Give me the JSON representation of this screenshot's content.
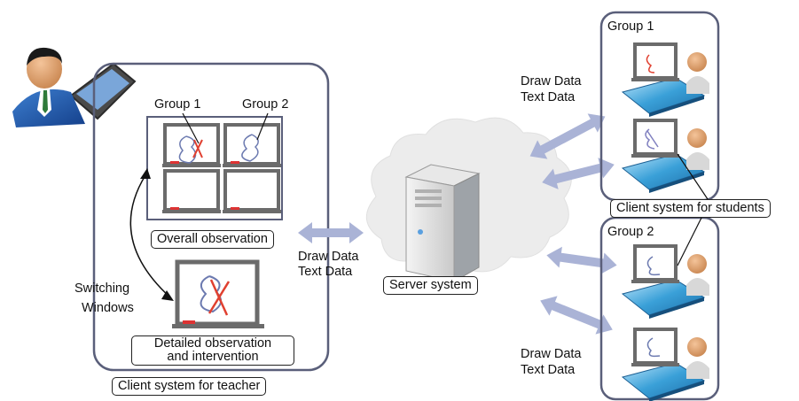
{
  "teacher": {
    "group1_label": "Group 1",
    "group2_label": "Group 2",
    "overall_label": "Overall observation",
    "detailed_line1": "Detailed observation",
    "detailed_line2": "and intervention",
    "switching_line1": "Switching",
    "switching_line2": "Windows",
    "client_label": "Client system for teacher"
  },
  "server": {
    "label": "Server system",
    "draw_data": "Draw Data",
    "text_data": "Text Data"
  },
  "students": {
    "group1_title": "Group 1",
    "group2_title": "Group 2",
    "client_label": "Client system for students",
    "top_draw_data": "Draw Data",
    "top_text_data": "Text Data",
    "bottom_draw_data": "Draw Data",
    "bottom_text_data": "Text Data"
  },
  "colors": {
    "arrow": "#aab3d6",
    "frame": "#5a5f7a",
    "board": "#6b6b6b",
    "cloud": "#ebebeb",
    "table": "#3a9ad0"
  }
}
